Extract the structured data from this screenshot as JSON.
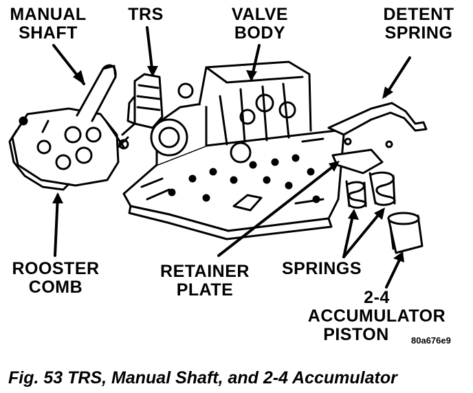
{
  "labels": {
    "manual_shaft": [
      "MANUAL",
      "SHAFT"
    ],
    "trs": "TRS",
    "valve_body": [
      "VALVE",
      "BODY"
    ],
    "detent_spring": [
      "DETENT",
      "SPRING"
    ],
    "rooster_comb": [
      "ROOSTER",
      "COMB"
    ],
    "retainer_plate": [
      "RETAINER",
      "PLATE"
    ],
    "springs": "SPRINGS",
    "accumulator_piston": [
      "2-4",
      "ACCUMULATOR",
      "PISTON"
    ]
  },
  "reference_code": "80a676e9",
  "caption": "Fig. 53 TRS, Manual Shaft, and 2-4 Accumulator"
}
